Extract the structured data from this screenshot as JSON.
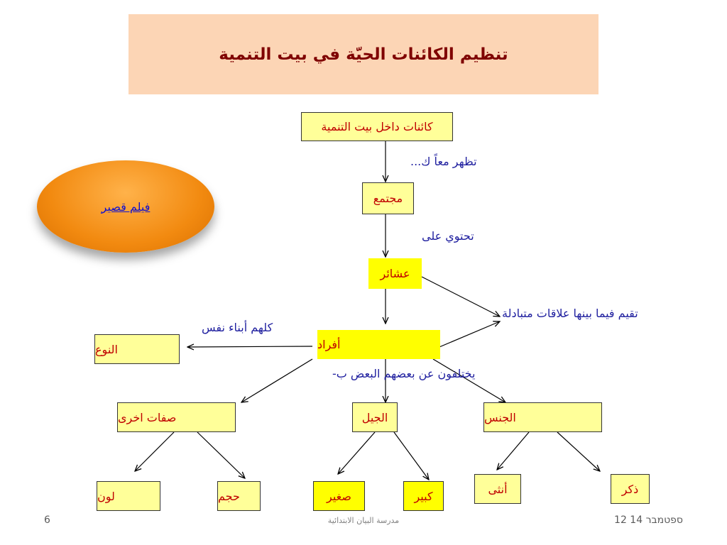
{
  "title": "تنظيم الكائنات الحيّة في بيت التنمية",
  "nodes": {
    "organisms": "كائنات داخل بيت التنمية",
    "community": "مجتمع",
    "tribes": "عشائر",
    "individuals": "أفراد",
    "species": "النوع",
    "other_traits": "صفات اخرى",
    "generation": "الجيل",
    "sex": "الجنس",
    "color": "لون",
    "size": "حجم",
    "young": "صغير",
    "old": "كبير",
    "female": "أنثى",
    "male": "ذكر"
  },
  "labels": {
    "appear_together": "تظهر معاً ك...",
    "contain": "تحتوي على",
    "mutual_relations": "تقيم فيما بينها علاقات متبادلة",
    "same_species": "كلهم أبناء نفس",
    "differ_by": "يختلفون عن بعضهم البعض ب-"
  },
  "link": {
    "short_film": "فيلم قصير"
  },
  "footer": {
    "date": "12 ספטמבר 14",
    "school": "مدرسة البيان الابتدائية",
    "page_number": "6"
  },
  "colors": {
    "title_bg": "#fcd5b5",
    "title_text": "#7f0000",
    "node_text": "#c00000",
    "label_text": "#1f1f9f",
    "box_light": "#ffff99",
    "box_solid": "#ffff00",
    "oval": "#f28a10"
  }
}
